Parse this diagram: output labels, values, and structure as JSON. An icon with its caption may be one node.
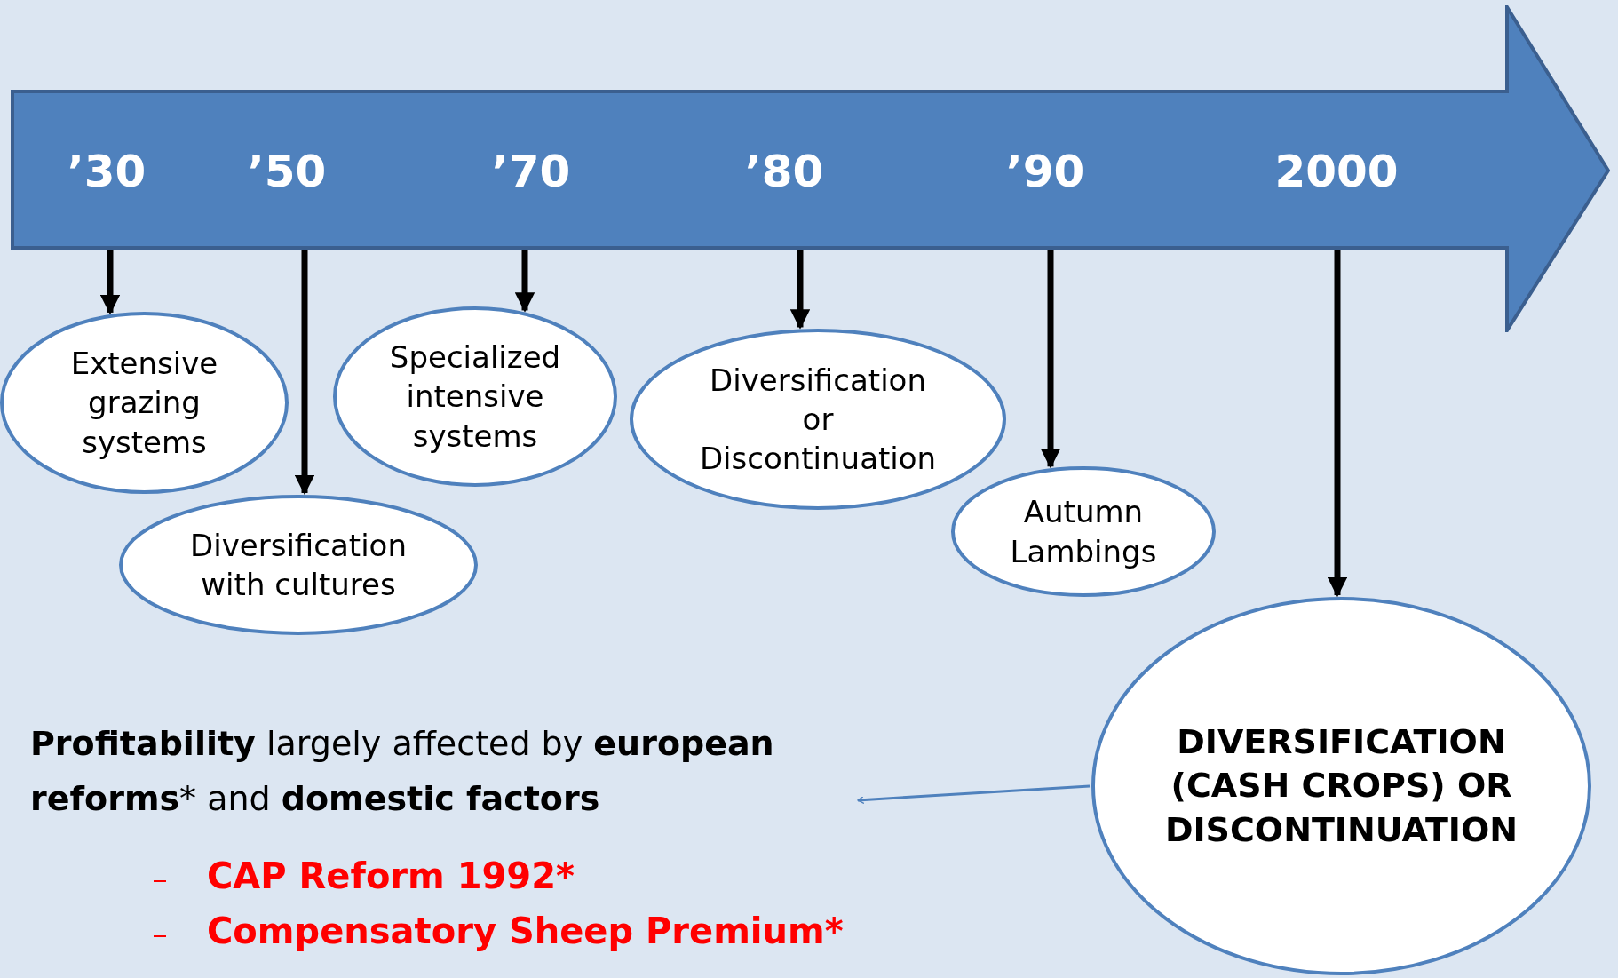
{
  "diagram": {
    "nodes": [
      {
        "text": [
          "’30",
          "’50",
          "’70",
          "’80",
          "’90",
          "2000"
        ]
      },
      {
        "text": [
          "Extensive grazing systems"
        ]
      },
      {
        "text": [
          "Diversification with cultures"
        ]
      },
      {
        "text": [
          "Specialized intensive systems"
        ]
      },
      {
        "text": [
          "Diversification or Discontinuation"
        ]
      },
      {
        "text": [
          "Autumn Lambings"
        ]
      },
      {
        "text": [
          "DIVERSIFICATION (CASH CROPS) OR DISCONTINUATION"
        ]
      },
      {
        "text": [
          "**Profitability** largely affected by **european reforms*** and **domestic factors**"
        ]
      }
    ],
    "edges": [
      {
        "from": 0,
        "to": 1,
        "arrow": "to"
      },
      {
        "from": 0,
        "to": 2,
        "arrow": "to"
      },
      {
        "from": 0,
        "to": 3,
        "arrow": "to"
      },
      {
        "from": 0,
        "to": 4,
        "arrow": "to"
      },
      {
        "from": 0,
        "to": 5,
        "arrow": "to"
      },
      {
        "from": 0,
        "to": 6,
        "arrow": "to"
      },
      {
        "from": 6,
        "to": 7,
        "arrow": "to",
        "color": "#4f81bd"
      }
    ],
    "labels": [
      "CAP Reform 1992*",
      "Compensatory Sheep Premium*"
    ]
  }
}
